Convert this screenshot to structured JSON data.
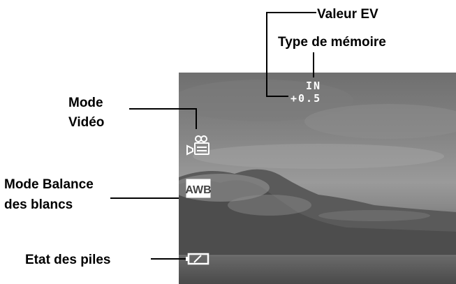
{
  "labels": {
    "ev_value": "Valeur EV",
    "memory_type": "Type de mémoire",
    "video_mode_line1": "Mode",
    "video_mode_line2": "Vidéo",
    "wb_mode_line1": "Mode Balance",
    "wb_mode_line2": "des blancs",
    "battery": "Etat des piles"
  },
  "screen": {
    "memory_indicator": "IN",
    "ev_indicator": "+0.5",
    "wb_icon_text": "AWB"
  },
  "icons": {
    "video_mode": "video-camera-icon",
    "white_balance": "awb-icon",
    "battery": "battery-icon"
  }
}
